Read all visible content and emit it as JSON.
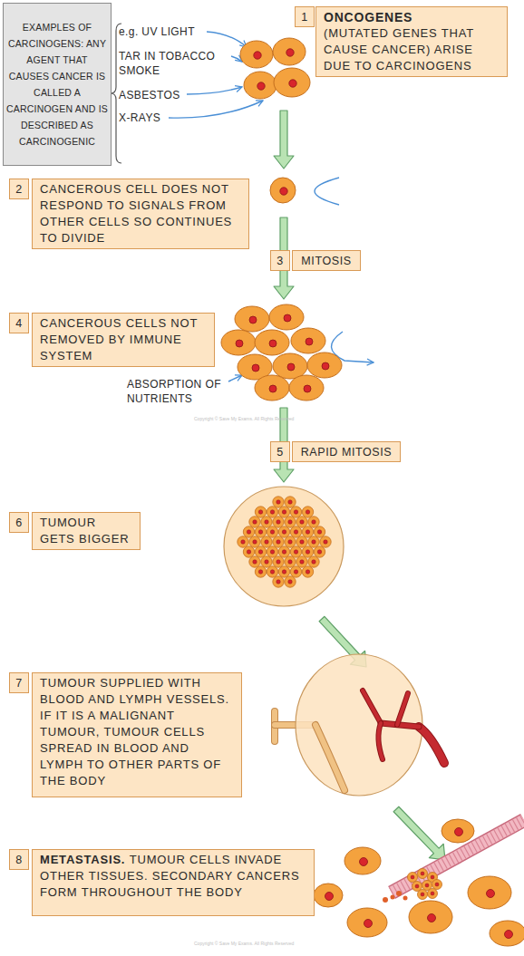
{
  "diagram": {
    "nodes": [
      {
        "text": [
          "EXAMPLES OF CARCINOGENS: ANY AGENT THAT CAUSES CANCER IS CALLED A CARCINOGEN AND IS DESCRIBED AS CARCINOGENIC"
        ]
      },
      {
        "text": [
          "1"
        ]
      },
      {
        "text": [
          "ONCOGENES",
          "(MUTATED GENES THAT CAUSE CANCER) ARISE DUE TO CARCINOGENS"
        ]
      },
      {
        "text": [
          "2"
        ]
      },
      {
        "text": [
          "CANCEROUS CELL DOES NOT RESPOND TO SIGNALS FROM OTHER CELLS SO CONTINUES TO DIVIDE"
        ]
      },
      {
        "text": [
          "3"
        ]
      },
      {
        "text": [
          "MITOSIS"
        ]
      },
      {
        "text": [
          "4"
        ]
      },
      {
        "text": [
          "CANCEROUS CELLS NOT REMOVED BY IMMUNE SYSTEM"
        ]
      },
      {
        "text": [
          "5"
        ]
      },
      {
        "text": [
          "RAPID MITOSIS"
        ]
      },
      {
        "text": [
          "6"
        ]
      },
      {
        "text": [
          "TUMOUR GETS BIGGER"
        ]
      },
      {
        "text": [
          "7"
        ]
      },
      {
        "text": [
          "TUMOUR SUPPLIED WITH BLOOD AND LYMPH VESSELS. IF IT IS A MALIGNANT TUMOUR, TUMOUR CELLS SPREAD IN BLOOD AND LYMPH TO OTHER PARTS OF THE BODY"
        ]
      },
      {
        "text": [
          "8"
        ]
      },
      {
        "text": [
          "METASTASIS.",
          "TUMOUR CELLS INVADE OTHER TISSUES. SECONDARY CANCERS FORM THROUGHOUT THE BODY"
        ]
      }
    ],
    "labels": [
      "e.g. UV LIGHT",
      "TAR IN TOBACCO SMOKE",
      "ASBESTOS",
      "X-RAYS",
      "ABSORPTION OF NUTRIENTS",
      "Copyright © Save My Exams. All Rights Reserved",
      "Copyright © Save My Exams. All Rights Reserved"
    ]
  }
}
